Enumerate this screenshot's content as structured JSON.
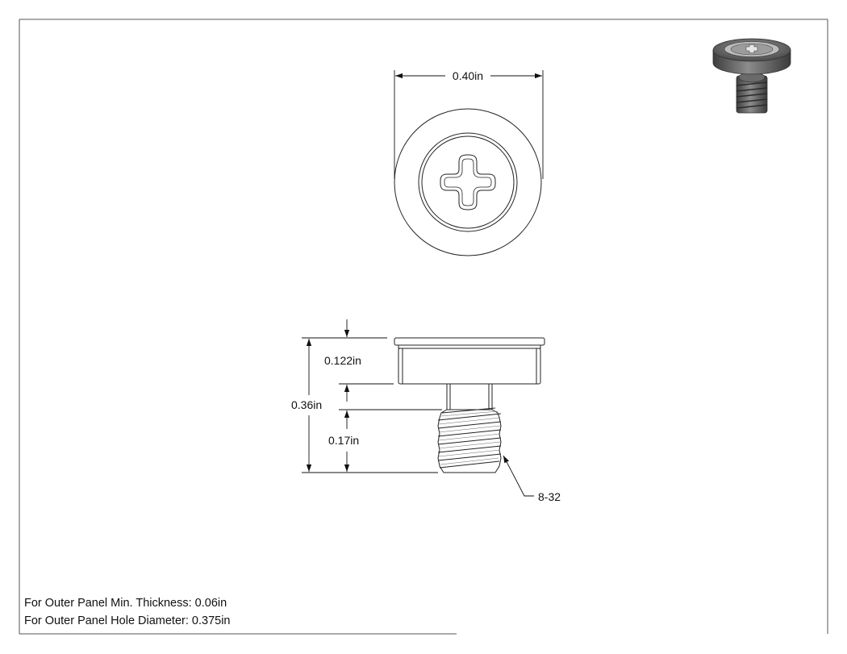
{
  "dimensions": {
    "head_diameter": "0.40in",
    "head_height": "0.122in",
    "overall_length": "0.36in",
    "thread_length": "0.17in",
    "thread_spec": "8-32"
  },
  "notes": {
    "min_thickness": "For Outer Panel Min. Thickness: 0.06in",
    "hole_diameter": "For Outer Panel Hole Diameter: 0.375in"
  }
}
